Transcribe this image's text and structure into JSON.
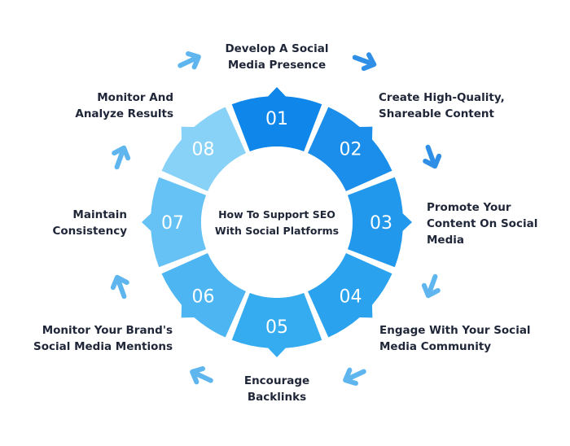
{
  "center_title": [
    "How To Support SEO",
    "With Social Platforms"
  ],
  "colors": {
    "text": "#1f2638",
    "number": "#ffffff",
    "arrow": "#2f8fe6",
    "arrow_light": "#5fb6ef"
  },
  "steps": [
    {
      "number": "01",
      "label": [
        "Develop A Social",
        "Media Presence"
      ],
      "color": "#0f86ea"
    },
    {
      "number": "02",
      "label": [
        "Create High-Quality,",
        "Shareable Content"
      ],
      "color": "#1a8eea"
    },
    {
      "number": "03",
      "label": [
        "Promote Your",
        "Content On Social",
        "Media"
      ],
      "color": "#2298ec"
    },
    {
      "number": "04",
      "label": [
        "Engage With Your Social",
        "Media Community"
      ],
      "color": "#2ba2ee"
    },
    {
      "number": "05",
      "label": [
        "Encourage",
        "Backlinks"
      ],
      "color": "#35acf0"
    },
    {
      "number": "06",
      "label": [
        "Monitor Your Brand's",
        "Social Media Mentions"
      ],
      "color": "#4db5f2"
    },
    {
      "number": "07",
      "label": [
        "Maintain",
        "Consistency"
      ],
      "color": "#66c2f5"
    },
    {
      "number": "08",
      "label": [
        "Monitor And",
        "Analyze Results"
      ],
      "color": "#88d2f8"
    }
  ]
}
